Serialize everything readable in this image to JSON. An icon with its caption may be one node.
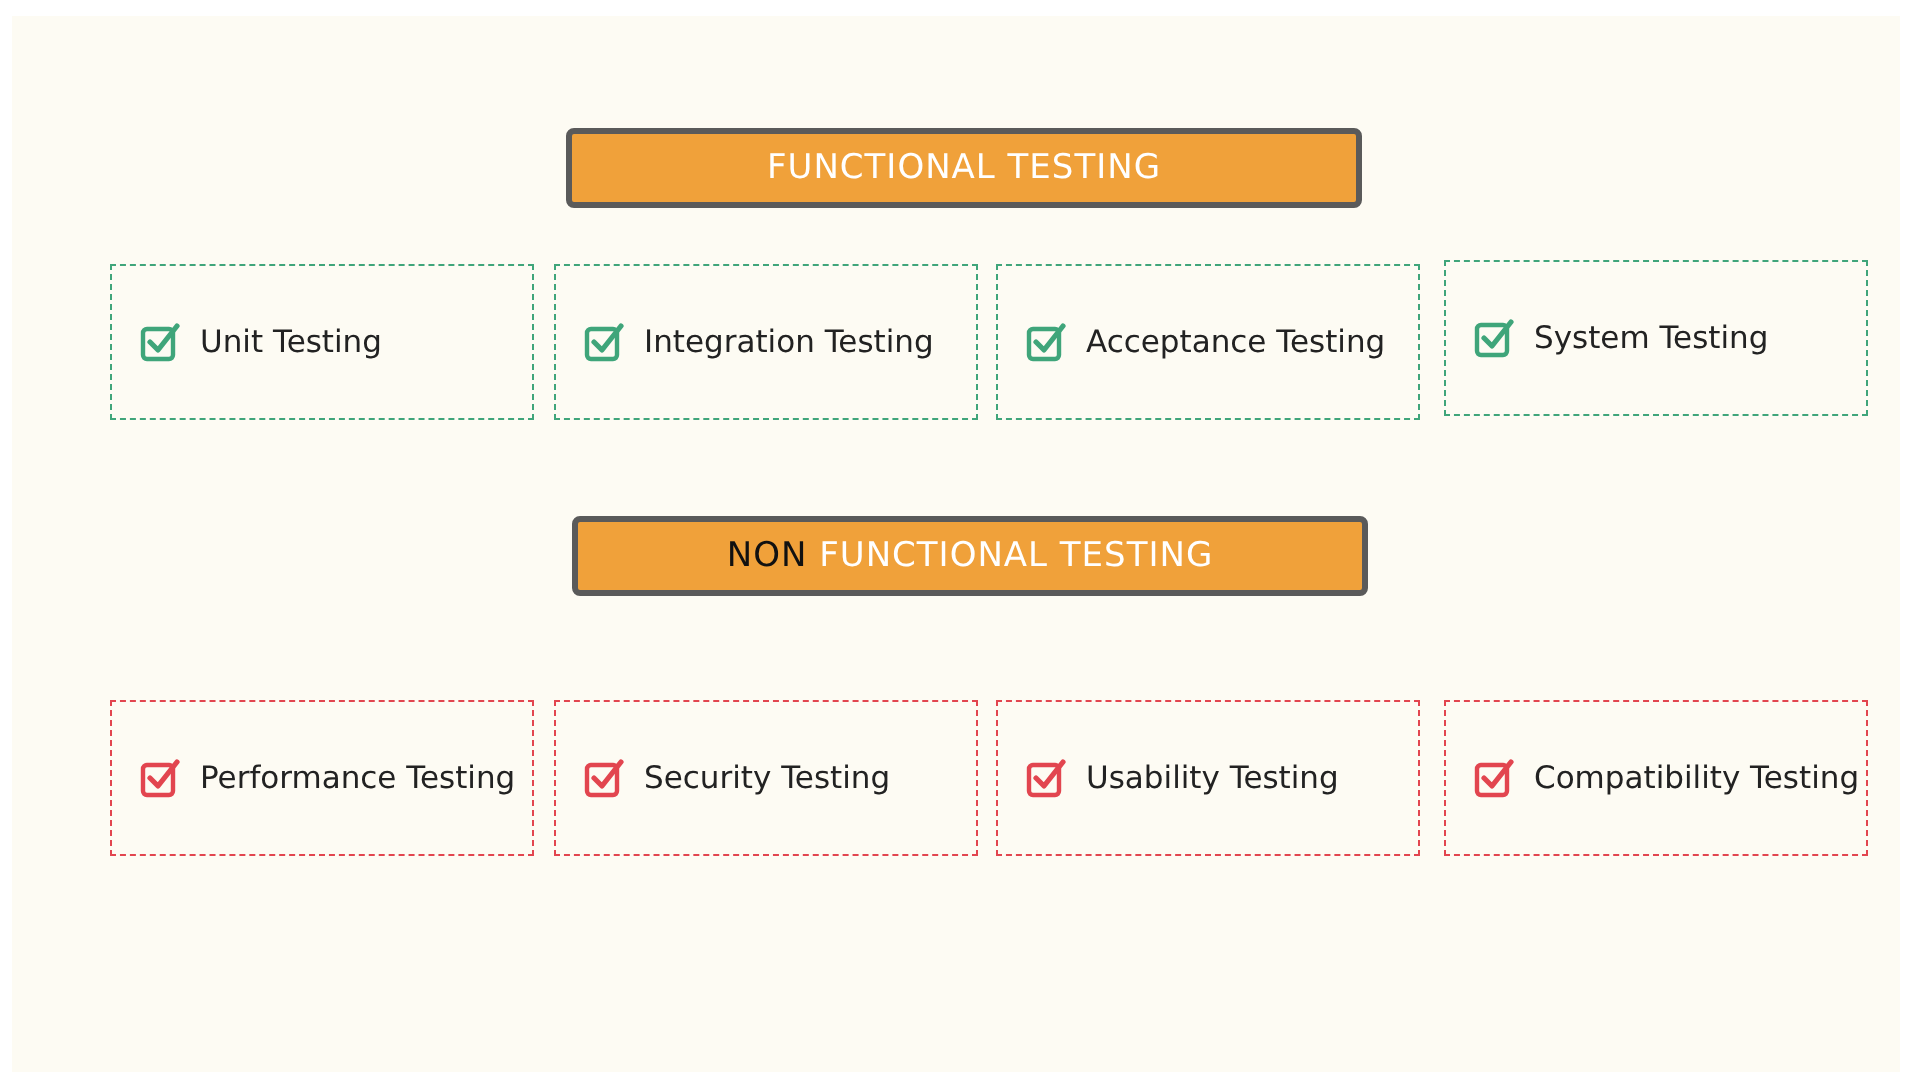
{
  "diagram": {
    "nodes": [
      {
        "text": [
          "FUNCTIONAL TESTING"
        ]
      },
      {
        "text": [
          "Unit Testing"
        ]
      },
      {
        "text": [
          "Integration Testing"
        ]
      },
      {
        "text": [
          "Acceptance Testing"
        ]
      },
      {
        "text": [
          "System Testing"
        ]
      },
      {
        "text": [
          "NON FUNCTIONAL TESTING"
        ]
      },
      {
        "text": [
          "Performance Testing"
        ]
      },
      {
        "text": [
          "Security Testing"
        ]
      },
      {
        "text": [
          "Usability Testing"
        ]
      },
      {
        "text": [
          "Compatibility Testing"
        ]
      }
    ]
  }
}
